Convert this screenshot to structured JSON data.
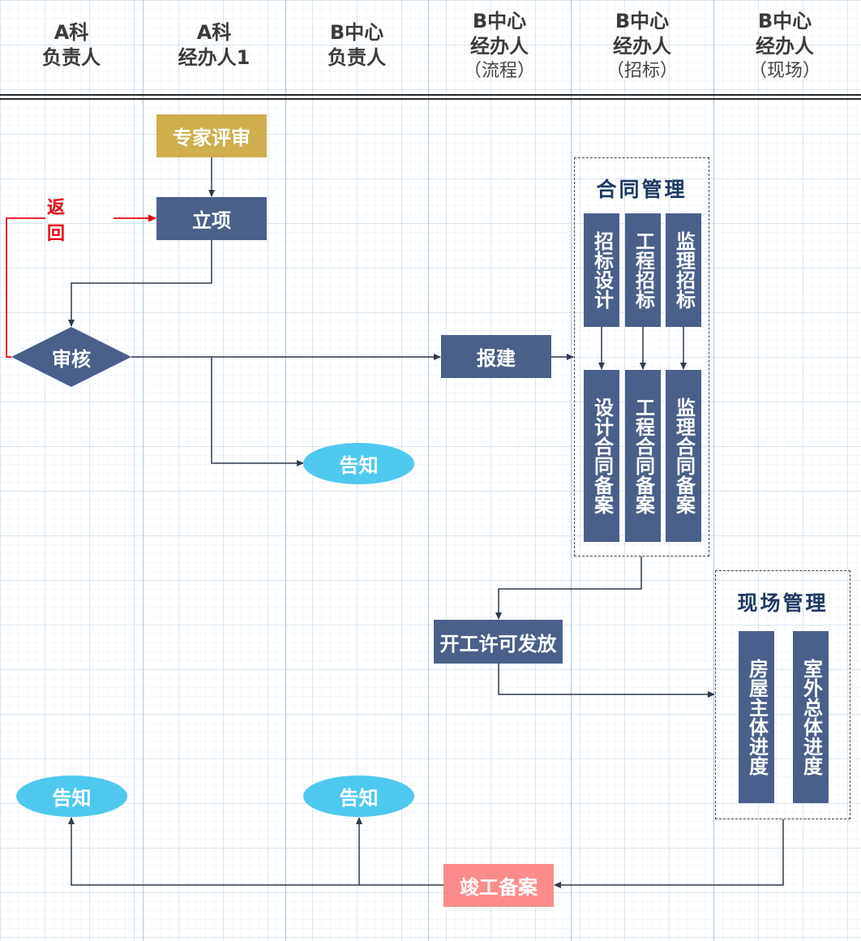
{
  "lanes": [
    {
      "line1": "A科",
      "line2": "负责人",
      "sub": ""
    },
    {
      "line1": "A科",
      "line2": "经办人1",
      "sub": ""
    },
    {
      "line1": "B中心",
      "line2": "负责人",
      "sub": ""
    },
    {
      "line1": "B中心",
      "line2": "经办人",
      "sub": "（流程）"
    },
    {
      "line1": "B中心",
      "line2": "经办人",
      "sub": "（招标）"
    },
    {
      "line1": "B中心",
      "line2": "经办人",
      "sub": "（现场）"
    }
  ],
  "nodes": {
    "expert_review": "专家评审",
    "project_setup": "立项",
    "review": "审核",
    "return": "返 回",
    "report_build": "报建",
    "notify_1": "告知",
    "contract_mgmt": "合同管理",
    "bid_design": "招标设计",
    "eng_bid": "工程招标",
    "sup_bid": "监理招标",
    "design_contract": "设计合同备案",
    "eng_contract": "工程合同备案",
    "sup_contract": "监理合同备案",
    "permit": "开工许可发放",
    "site_mgmt": "现场管理",
    "main_progress": "房屋主体进度",
    "outdoor_progress": "室外总体进度",
    "notify_2": "告知",
    "notify_3": "告知",
    "completion": "竣工备案"
  },
  "colors": {
    "process": "#4b5f8b",
    "expert": "#cfae4d",
    "notify": "#4fc8f0",
    "completion": "#fb8c89",
    "return_line": "#e60012",
    "connector": "#2f3b4d"
  }
}
